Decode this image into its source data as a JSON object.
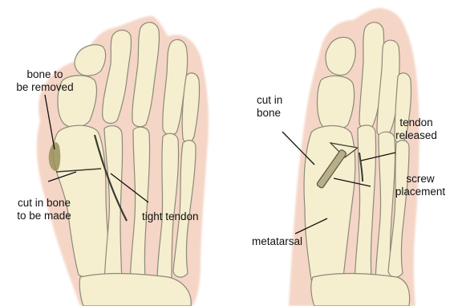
{
  "left_panel": {
    "labels": {
      "bone_removed": "bone to\nbe removed",
      "cut_to_be_made": "cut in bone\nto be made",
      "tight_tendon": "tight tendon"
    }
  },
  "right_panel": {
    "labels": {
      "cut_in_bone": "cut in\nbone",
      "tendon_released": "tendon\nreleased",
      "screw_placement": "screw\nplacement",
      "metatarsal": "metatarsal"
    }
  },
  "colors": {
    "skin": "#f4d5c6",
    "bone_fill": "#f5efcf",
    "bone_outline": "#8c8a78",
    "leader_line": "#111111",
    "bunion_shade": "#9a8f5a"
  }
}
